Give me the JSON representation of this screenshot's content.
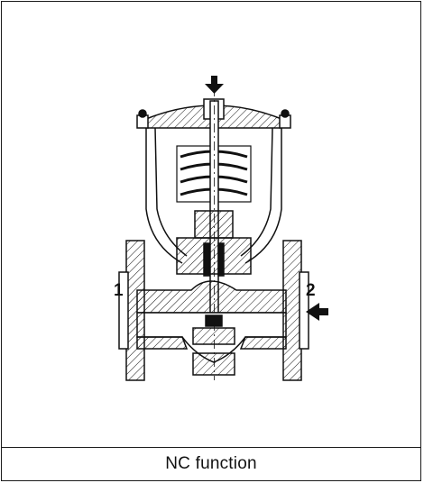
{
  "diagram": {
    "caption": "NC function",
    "ports": [
      {
        "id": "port-1",
        "label": "1"
      },
      {
        "id": "port-2",
        "label": "2"
      }
    ]
  },
  "colors": {
    "line": "#111111",
    "fill": "#ffffff",
    "dark": "#1a1a1a"
  }
}
